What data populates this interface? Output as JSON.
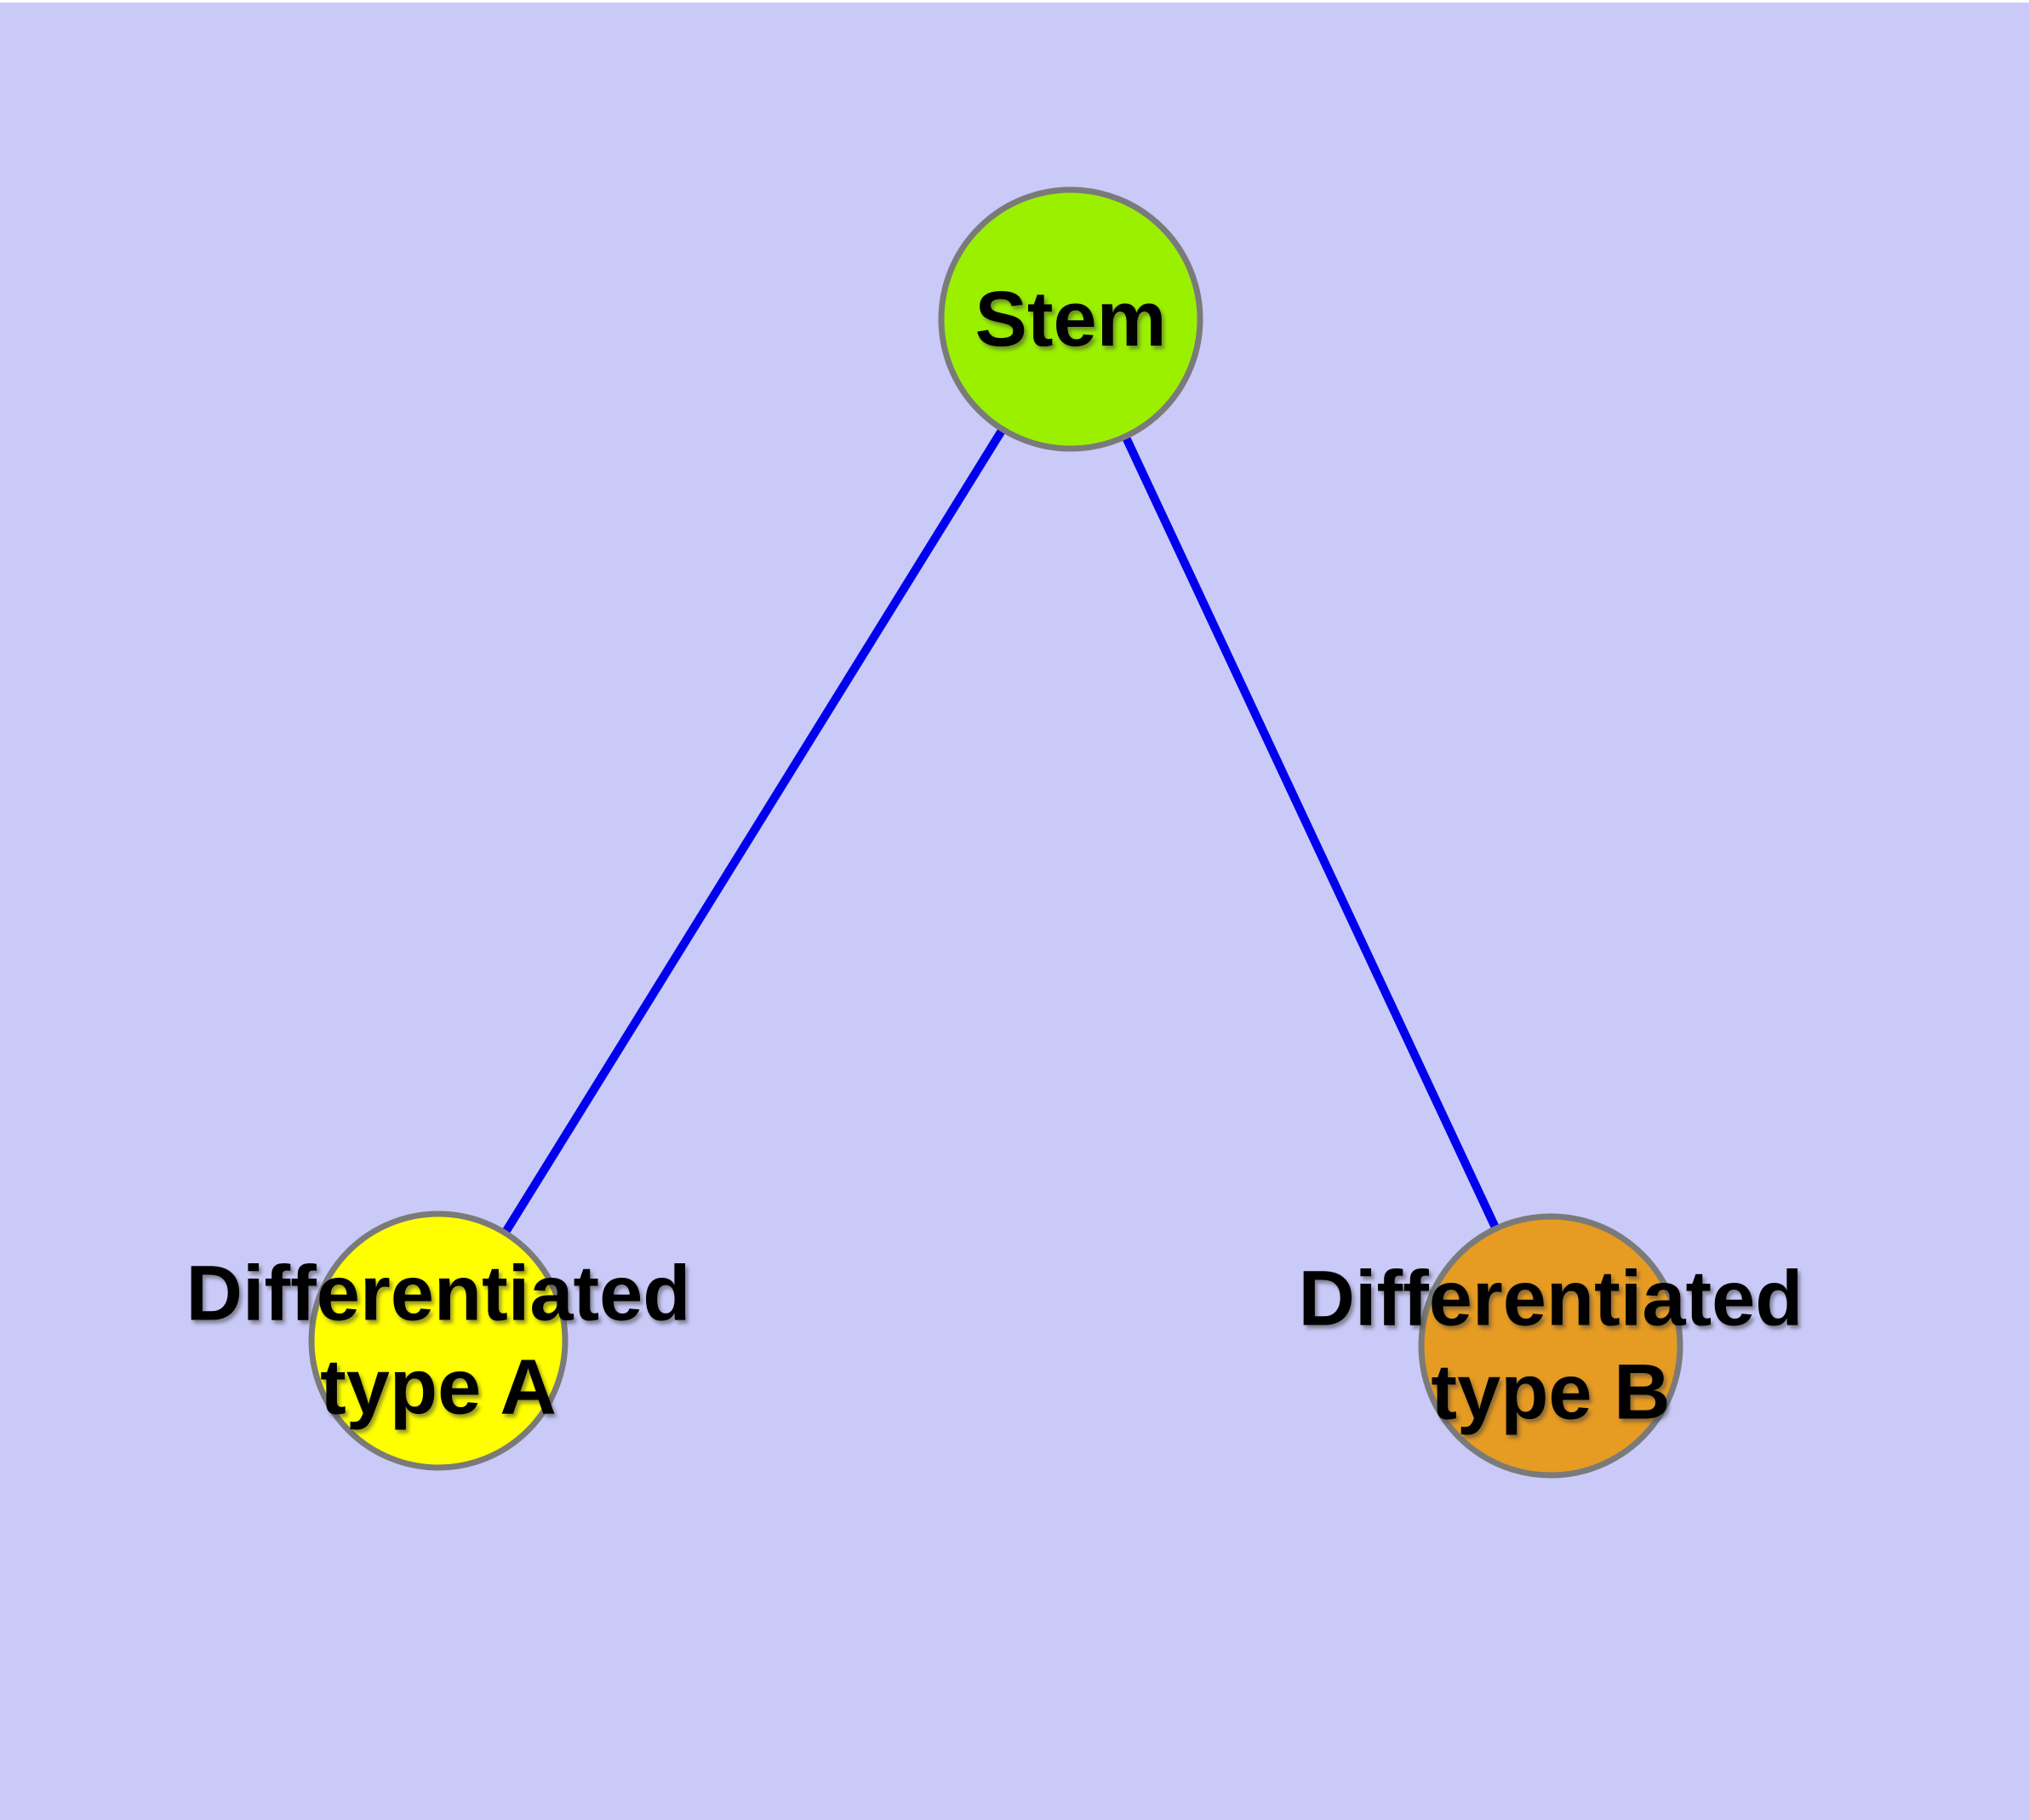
{
  "diagram": {
    "background_color": "#CACAF8",
    "node_border_color": "#7A7A7A",
    "label_color": "#000000",
    "nodes": [
      {
        "id": "stem",
        "label": "Stem",
        "fill": "#9BF000"
      },
      {
        "id": "differentiated-type-a",
        "label": "Differentiated\ntype A",
        "fill": "#FFFF00"
      },
      {
        "id": "differentiated-type-b",
        "label": "Differentiated\ntype B",
        "fill": "#E69B23"
      }
    ],
    "edges": [
      {
        "from": "stem",
        "to": "differentiated-type-a",
        "color": "#0000EE"
      },
      {
        "from": "stem",
        "to": "differentiated-type-b",
        "color": "#0000EE"
      }
    ]
  }
}
